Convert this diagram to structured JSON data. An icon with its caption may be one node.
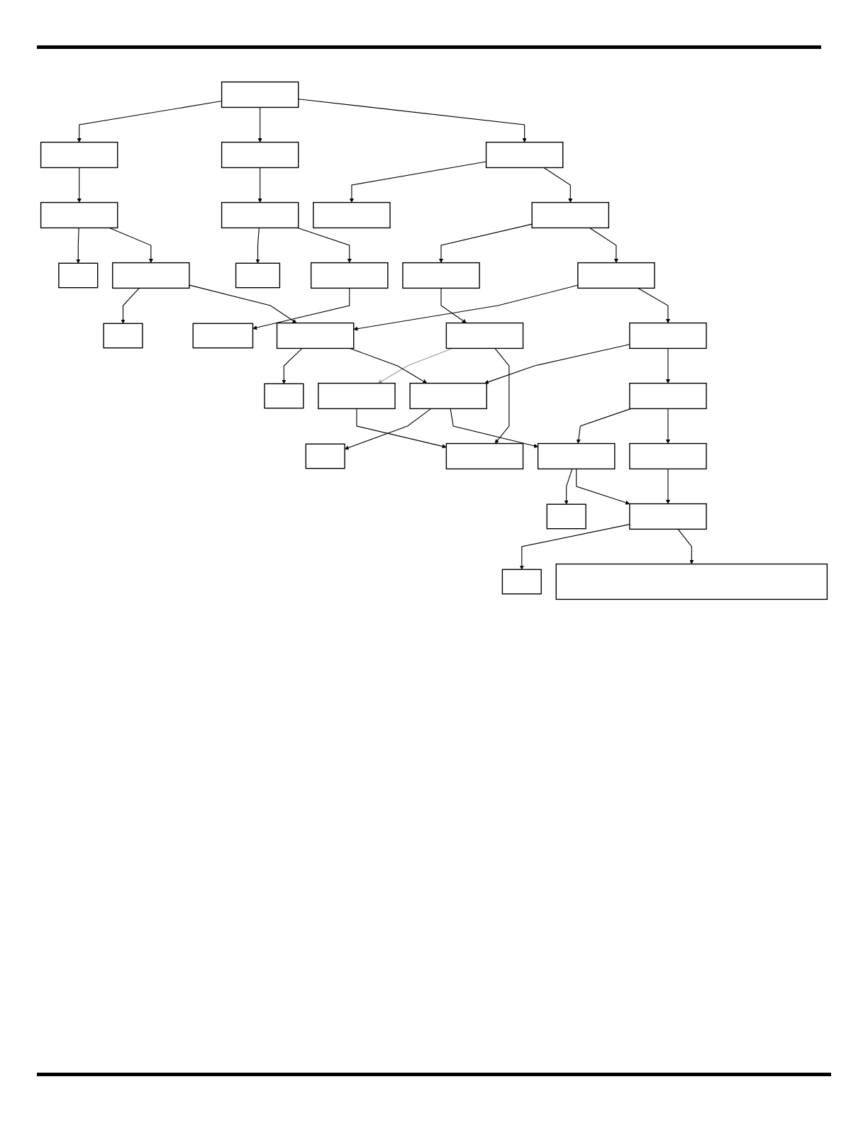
{
  "diagram": {
    "nodes": [
      {
        "text": [],
        "shape": "box"
      },
      {
        "text": [],
        "shape": "box"
      },
      {
        "text": [],
        "shape": "box"
      },
      {
        "text": [],
        "shape": "box"
      },
      {
        "text": [],
        "shape": "box"
      },
      {
        "text": [],
        "shape": "box"
      },
      {
        "text": [],
        "shape": "box"
      },
      {
        "text": [],
        "shape": "box"
      },
      {
        "text": [],
        "shape": "box"
      },
      {
        "text": [],
        "shape": "box"
      },
      {
        "text": [],
        "shape": "box"
      },
      {
        "text": [],
        "shape": "box"
      },
      {
        "text": [],
        "shape": "box"
      },
      {
        "text": [],
        "shape": "box"
      },
      {
        "text": [],
        "shape": "box"
      },
      {
        "text": [],
        "shape": "box"
      },
      {
        "text": [],
        "shape": "box"
      },
      {
        "text": [],
        "shape": "box"
      },
      {
        "text": [],
        "shape": "box"
      },
      {
        "text": [],
        "shape": "box"
      },
      {
        "text": [],
        "shape": "box"
      },
      {
        "text": [],
        "shape": "box"
      },
      {
        "text": [],
        "shape": "box"
      },
      {
        "text": [],
        "shape": "box"
      },
      {
        "text": [],
        "shape": "box"
      },
      {
        "text": [],
        "shape": "box"
      },
      {
        "text": [],
        "shape": "box"
      },
      {
        "text": [],
        "shape": "box"
      },
      {
        "text": [],
        "shape": "box"
      },
      {
        "text": [],
        "shape": "box"
      },
      {
        "text": [],
        "shape": "box"
      }
    ],
    "edges": [
      {
        "from": 0,
        "to": 2,
        "arrow": "to"
      },
      {
        "from": 0,
        "to": 1,
        "arrow": "to"
      },
      {
        "from": 0,
        "to": 6,
        "arrow": "to"
      },
      {
        "from": 1,
        "to": 3,
        "arrow": "to"
      },
      {
        "from": 2,
        "to": 7,
        "arrow": "to"
      },
      {
        "from": 3,
        "to": 4,
        "arrow": "to"
      },
      {
        "from": 3,
        "to": 9,
        "arrow": "to"
      },
      {
        "from": 9,
        "to": 10,
        "arrow": "to"
      },
      {
        "from": 6,
        "to": 5,
        "arrow": "to"
      },
      {
        "from": 6,
        "to": 12,
        "arrow": "to"
      },
      {
        "from": 7,
        "to": 8,
        "arrow": "to"
      },
      {
        "from": 7,
        "to": 13,
        "arrow": "to"
      },
      {
        "from": 12,
        "to": 11,
        "arrow": "to"
      },
      {
        "from": 12,
        "to": 16,
        "arrow": "to"
      },
      {
        "from": 11,
        "to": 15,
        "arrow": "to"
      },
      {
        "from": 13,
        "to": 14,
        "arrow": "to"
      },
      {
        "from": 13,
        "to": 17,
        "arrow": "to"
      },
      {
        "from": 15,
        "to": 19,
        "arrow": "to",
        "color": "#999999"
      },
      {
        "from": 15,
        "to": 23,
        "arrow": "to"
      },
      {
        "from": 19,
        "to": 23,
        "arrow": "to"
      },
      {
        "from": 16,
        "to": 17,
        "arrow": "to"
      },
      {
        "from": 16,
        "to": 20,
        "arrow": "to"
      },
      {
        "from": 17,
        "to": 18,
        "arrow": "to"
      },
      {
        "from": 17,
        "to": 21,
        "arrow": "to"
      },
      {
        "from": 20,
        "to": 21,
        "arrow": "to"
      },
      {
        "from": 20,
        "to": 24,
        "arrow": "to"
      },
      {
        "from": 21,
        "to": 22,
        "arrow": "to"
      },
      {
        "from": 21,
        "to": 25,
        "arrow": "to"
      },
      {
        "from": 24,
        "to": 25,
        "arrow": "to"
      },
      {
        "from": 24,
        "to": 27,
        "arrow": "to"
      },
      {
        "from": 25,
        "to": 26,
        "arrow": "to"
      },
      {
        "from": 25,
        "to": 28,
        "arrow": "to"
      },
      {
        "from": 27,
        "to": 28,
        "arrow": "to"
      },
      {
        "from": 28,
        "to": 29,
        "arrow": "to"
      },
      {
        "from": 28,
        "to": 30,
        "arrow": "to"
      }
    ]
  }
}
